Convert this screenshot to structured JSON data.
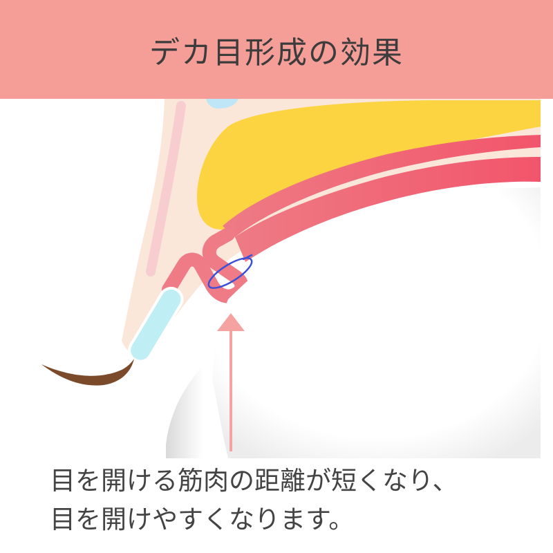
{
  "header": {
    "title": "デカ目形成の効果",
    "background": "#f59d97"
  },
  "diagram": {
    "icons": [
      "eyelid-cross-section-icon",
      "fat-pad-icon",
      "levator-muscle-icon",
      "tarsal-plate-icon",
      "suture-loop-icon",
      "eyelash-icon",
      "eyeball-icon",
      "arrow-up-icon"
    ],
    "colors": {
      "skin": "#fbe6da",
      "fat": "#fcd441",
      "muscle": "#ee7b85",
      "muscle_deep": "#f2556b",
      "tarsal": "#bfeef4",
      "suture": "#3c4fd8",
      "eyelash": "#7a4a2a",
      "arrow": "#f4a3a1"
    }
  },
  "caption": {
    "line1": "目を開ける筋肉の距離が短くなり、",
    "line2": "目を開けやすくなります。"
  }
}
